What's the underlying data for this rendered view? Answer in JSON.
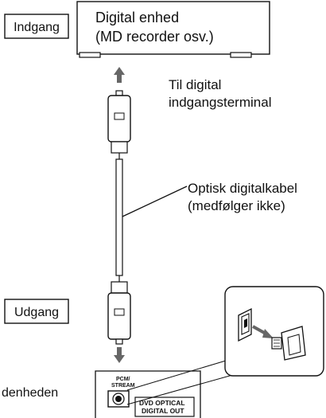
{
  "labels": {
    "input": "Indgang",
    "output": "Udgang",
    "device_line1": "Digital enhed",
    "device_line2": "(MD recorder osv.)",
    "terminal_line1": "Til digital",
    "terminal_line2": "indgangsterminal",
    "cable_line1": "Optisk digitalkabel",
    "cable_line2": "(medfølger ikke)",
    "main_unit": "denheden",
    "jack_top_line1": "PCM/",
    "jack_top_line2": "STREAM",
    "jack_label_line1": "DVD OPTICAL",
    "jack_label_line2": "DIGITAL OUT"
  }
}
